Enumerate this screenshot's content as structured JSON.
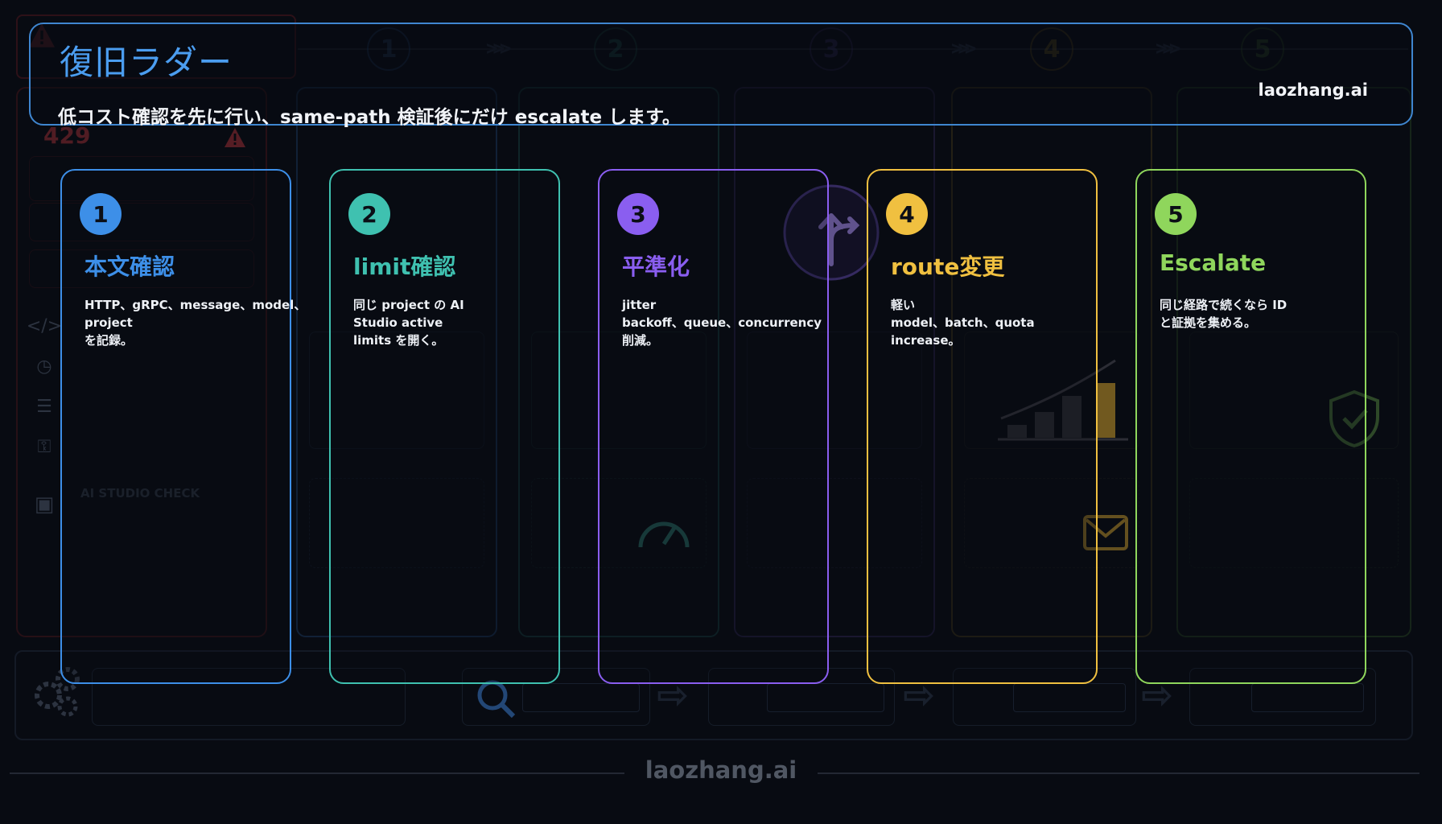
{
  "header": {
    "title": "復旧ラダー",
    "subtitle": "低コスト確認を先に行い、same-path 検証後にだけ escalate します。",
    "brand": "laozhang.ai"
  },
  "background": {
    "error_code": "429",
    "panel_label": "AI STUDIO CHECK",
    "step_numbers": [
      "1",
      "2",
      "3",
      "4",
      "5"
    ]
  },
  "steps": [
    {
      "number": "1",
      "title": "本文確認",
      "description": "HTTP、gRPC、message、model、project\nを記録。",
      "color": "#3d8fe8"
    },
    {
      "number": "2",
      "title": "limit確認",
      "description": "同じ project の AI\nStudio active\nlimits を開く。",
      "color": "#3fc1b0"
    },
    {
      "number": "3",
      "title": "平準化",
      "description": "jitter\nbackoff、queue、concurrency\n削減。",
      "color": "#8a5ef0"
    },
    {
      "number": "4",
      "title": "route変更",
      "description": "軽い\nmodel、batch、quota\nincrease。",
      "color": "#f0c040"
    },
    {
      "number": "5",
      "title": "Escalate",
      "description": "同じ経路で続くなら ID\nと証拠を集める。",
      "color": "#8fd65c"
    }
  ],
  "footer": {
    "brand": "laozhang.ai"
  }
}
